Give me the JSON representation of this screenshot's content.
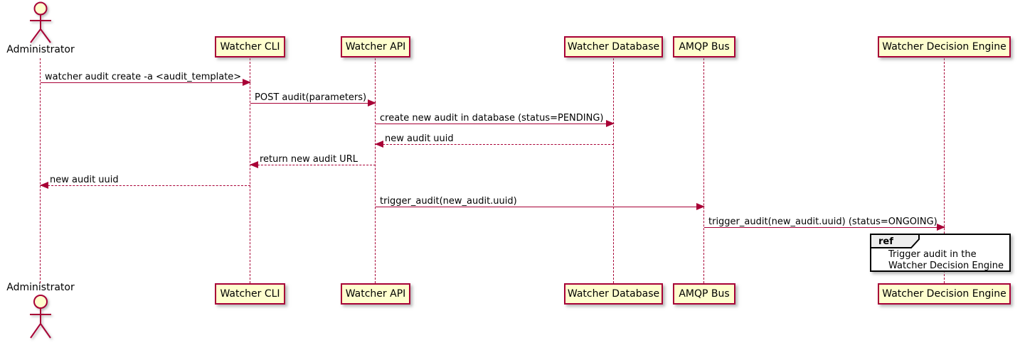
{
  "diagram": {
    "type": "uml-sequence-diagram",
    "colors": {
      "participant_fill": "#FEFECE",
      "stroke": "#A80036",
      "ref_border": "#000000",
      "ref_tab_fill": "#EEEEEE",
      "text": "#000000",
      "background": "#FFFFFF"
    },
    "participants": [
      {
        "name": "Administrator",
        "kind": "actor"
      },
      {
        "name": "Watcher CLI",
        "kind": "participant"
      },
      {
        "name": "Watcher API",
        "kind": "participant"
      },
      {
        "name": "Watcher Database",
        "kind": "participant"
      },
      {
        "name": "AMQP Bus",
        "kind": "participant"
      },
      {
        "name": "Watcher Decision Engine",
        "kind": "participant"
      }
    ],
    "messages": [
      {
        "from": "Administrator",
        "to": "Watcher CLI",
        "label": "watcher audit create -a <audit_template>",
        "line": "solid",
        "direction": "right"
      },
      {
        "from": "Watcher CLI",
        "to": "Watcher API",
        "label": "POST audit(parameters)",
        "line": "solid",
        "direction": "right"
      },
      {
        "from": "Watcher API",
        "to": "Watcher Database",
        "label": "create new audit in database (status=PENDING)",
        "line": "solid",
        "direction": "right"
      },
      {
        "from": "Watcher Database",
        "to": "Watcher API",
        "label": "new audit uuid",
        "line": "dashed",
        "direction": "left"
      },
      {
        "from": "Watcher API",
        "to": "Watcher CLI",
        "label": "return new audit URL",
        "line": "dashed",
        "direction": "left"
      },
      {
        "from": "Watcher CLI",
        "to": "Administrator",
        "label": "new audit uuid",
        "line": "dashed",
        "direction": "left"
      },
      {
        "from": "Watcher API",
        "to": "AMQP Bus",
        "label": "trigger_audit(new_audit.uuid)",
        "line": "solid",
        "direction": "right"
      },
      {
        "from": "AMQP Bus",
        "to": "Watcher Decision Engine",
        "label": "trigger_audit(new_audit.uuid) (status=ONGOING)",
        "line": "solid",
        "direction": "right"
      }
    ],
    "ref_fragment": {
      "keyword": "ref",
      "over": "Watcher Decision Engine",
      "lines": [
        "Trigger audit in the",
        "Watcher Decision Engine"
      ]
    }
  }
}
